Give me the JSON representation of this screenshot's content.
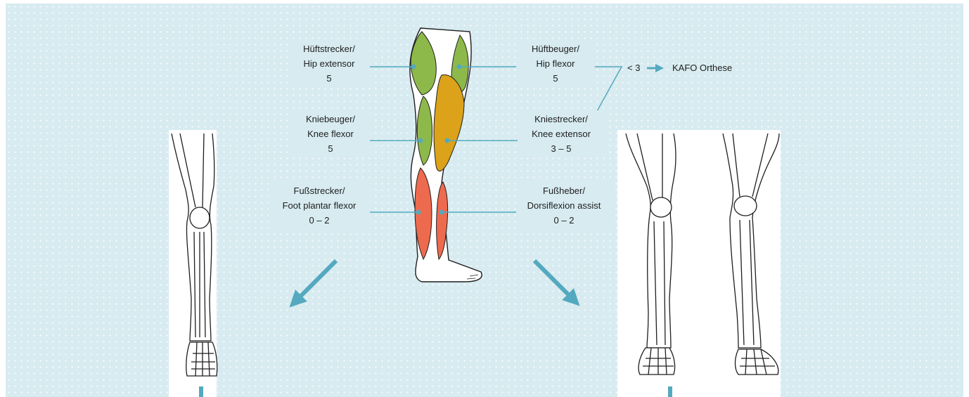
{
  "muscles": [
    {
      "id": "hip-extensor",
      "line1": "Hüftstrecker/",
      "line2": "Hip extensor",
      "grade": "5",
      "color": "#8db94a"
    },
    {
      "id": "hip-flexor",
      "line1": "Hüftbeuger/",
      "line2": "Hip flexor",
      "grade": "5",
      "color": "#8db94a"
    },
    {
      "id": "knee-flexor",
      "line1": "Kniebeuger/",
      "line2": "Knee flexor",
      "grade": "5",
      "color": "#8db94a"
    },
    {
      "id": "knee-extensor",
      "line1": "Kniestrecker/",
      "line2": "Knee extensor",
      "grade": "3 – 5",
      "color": "#dba21a"
    },
    {
      "id": "foot-plantar-flexor",
      "line1": "Fußstrecker/",
      "line2": "Foot plantar flexor",
      "grade": "0 – 2",
      "color": "#ee6a4e"
    },
    {
      "id": "dorsiflexion-assist",
      "line1": "Fußheber/",
      "line2": "Dorsiflexion assist",
      "grade": "0 – 2",
      "color": "#ee6a4e"
    }
  ],
  "condition": {
    "threshold": "< 3",
    "result": "KAFO Orthese"
  },
  "colors": {
    "accent": "#54a9bf",
    "background": "#d7ebf0"
  },
  "icons": [
    "leg-muscle-icon",
    "leg-skeleton-icon"
  ]
}
